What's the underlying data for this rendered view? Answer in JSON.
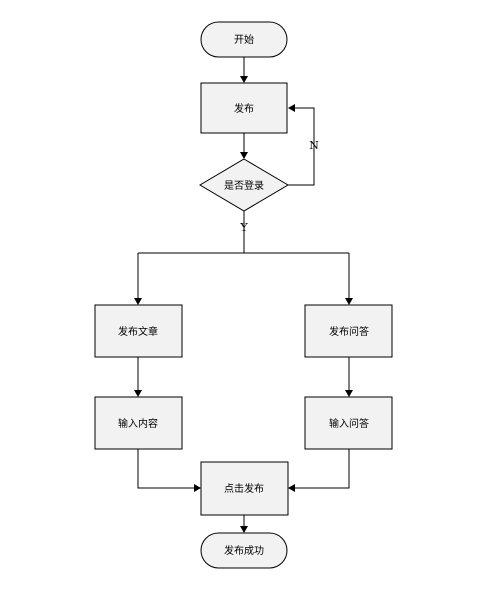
{
  "diagram": {
    "nodes": {
      "start": "开始",
      "publish": "发布",
      "is_logged_in": "是否登录",
      "publish_article": "发布文章",
      "publish_qa": "发布问答",
      "input_content": "输入内容",
      "input_qa": "输入问答",
      "click_publish": "点击发布",
      "publish_success": "发布成功"
    },
    "edge_labels": {
      "no": "N",
      "yes": "Y"
    }
  }
}
